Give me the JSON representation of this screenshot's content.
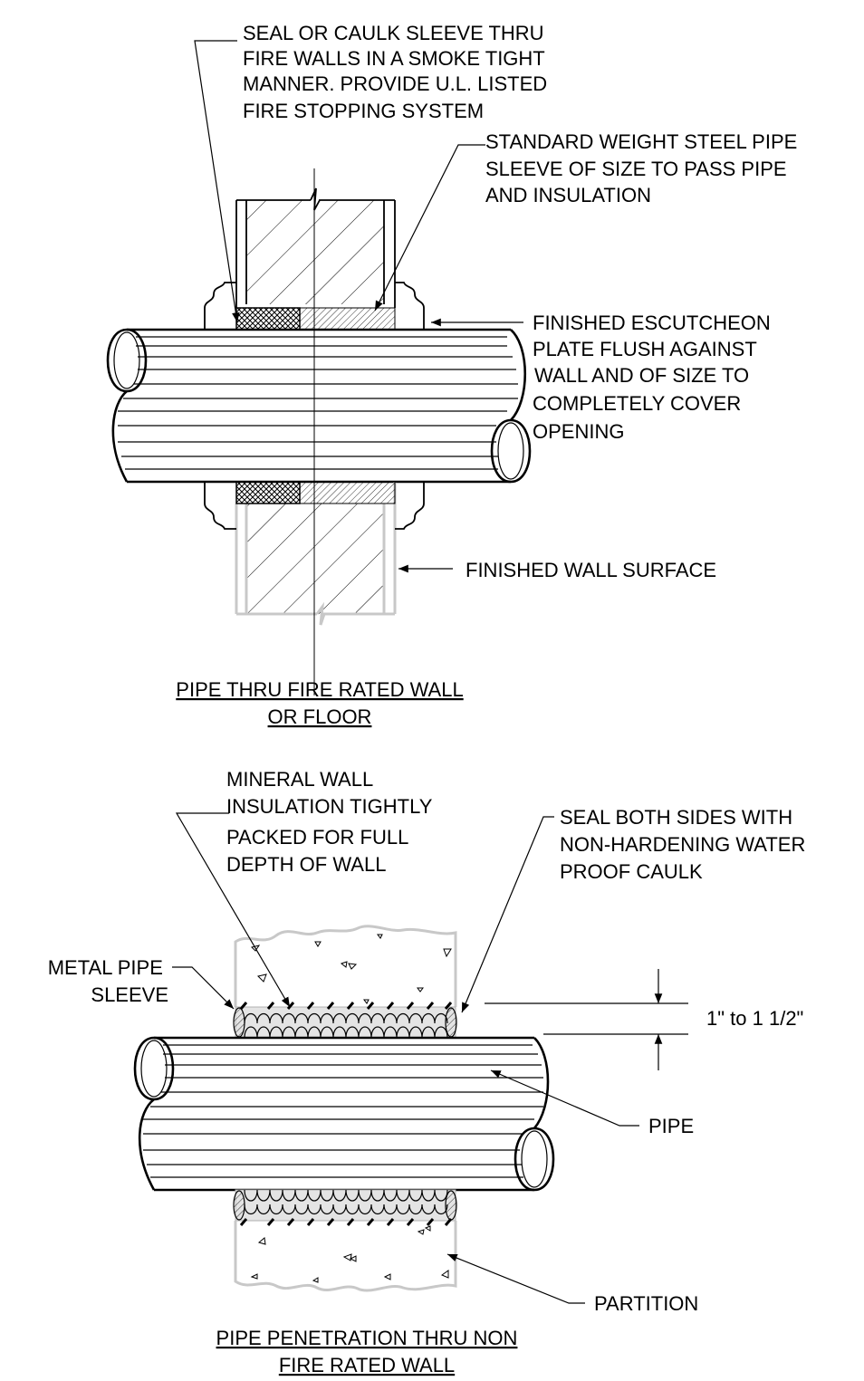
{
  "detail1": {
    "title_line1": "PIPE THRU FIRE RATED WALL",
    "title_line2": "OR FLOOR",
    "callout_seal": [
      "SEAL OR CAULK SLEEVE THRU",
      "FIRE WALLS IN A SMOKE TIGHT",
      "MANNER. PROVIDE U.L. LISTED",
      "FIRE STOPPING SYSTEM"
    ],
    "callout_sleeve": [
      "STANDARD WEIGHT STEEL PIPE",
      "SLEEVE OF SIZE TO PASS PIPE",
      "AND INSULATION"
    ],
    "callout_escutcheon": [
      "FINISHED ESCUTCHEON",
      "PLATE FLUSH AGAINST",
      "WALL AND OF SIZE TO",
      "COMPLETELY COVER",
      "OPENING"
    ],
    "callout_wall_surface": "FINISHED WALL SURFACE"
  },
  "detail2": {
    "title_line1": "PIPE PENETRATION THRU NON",
    "title_line2": "FIRE RATED WALL",
    "callout_insulation": [
      "MINERAL WALL",
      "INSULATION TIGHTLY",
      "PACKED FOR FULL",
      "DEPTH OF WALL"
    ],
    "callout_seal": [
      "SEAL BOTH SIDES WITH",
      "NON-HARDENING WATER",
      "PROOF CAULK"
    ],
    "callout_metal_sleeve": [
      "METAL PIPE",
      "SLEEVE"
    ],
    "dimension": "1\" to 1 1/2\"",
    "callout_pipe": "PIPE",
    "callout_partition": "PARTITION"
  }
}
